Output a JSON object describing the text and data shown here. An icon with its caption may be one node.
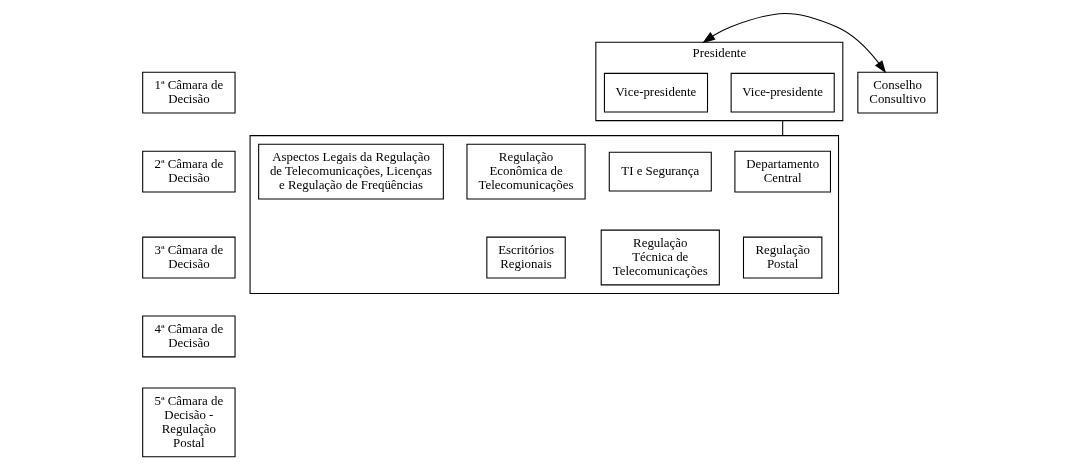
{
  "diagram": {
    "nodes": [
      {
        "text": [
          "1ª Câmara de Decisão"
        ]
      },
      {
        "text": [
          "2ª Câmara de Decisão"
        ]
      },
      {
        "text": [
          "3ª Câmara de Decisão"
        ]
      },
      {
        "text": [
          "4ª Câmara de Decisão"
        ]
      },
      {
        "text": [
          "5ª Câmara de Decisão - Regulação Postal"
        ]
      },
      {
        "text": [
          "Presidente"
        ]
      },
      {
        "text": [
          "Vice-presidente"
        ],
        "in": 5
      },
      {
        "text": [
          "Vice-presidente"
        ],
        "in": 5
      },
      {
        "text": [
          "Conselho Consultivo"
        ]
      },
      {
        "text": [],
        "shape": "box"
      },
      {
        "text": [
          "Departamento Central"
        ],
        "in": 9
      },
      {
        "text": [
          "TI e Segurança"
        ],
        "in": 9
      },
      {
        "text": [
          "Regulação Econômica de Telecomunicações"
        ],
        "in": 9
      },
      {
        "text": [
          "Aspectos Legais da Regulação de Telecomunicações, Licenças e Regulação de Freqüências"
        ],
        "in": 9
      },
      {
        "text": [
          "Regulação Postal"
        ],
        "in": 9
      },
      {
        "text": [
          "Regulação Técnica de Telecomunicações"
        ],
        "in": 9
      },
      {
        "text": [
          "Escritórios Regionais"
        ],
        "in": 9
      }
    ],
    "edges": [
      {
        "from": 5,
        "to": 8,
        "arrow": "both"
      },
      {
        "from": 5,
        "to": 9,
        "arrow": "none"
      }
    ]
  }
}
